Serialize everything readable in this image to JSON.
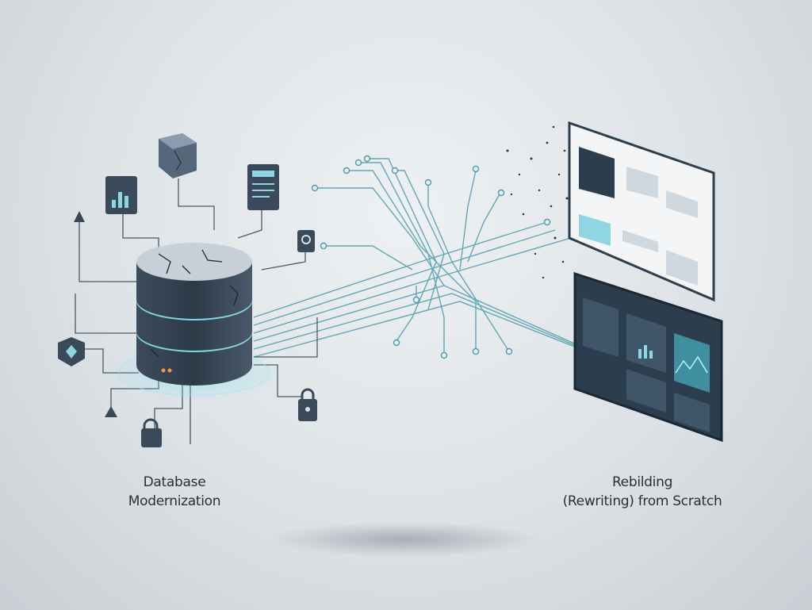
{
  "labels": {
    "left": [
      "Database",
      "Modernization"
    ],
    "right": [
      "Rebilding",
      "(Rewriting) from Scratch"
    ]
  },
  "colors": {
    "accent": "#3fa9bd",
    "glow": "#7fe3f0",
    "db_dark": "#2f3d4c",
    "screen_dark": "#2c3e4e",
    "screen_light": "#f3f5f7"
  }
}
